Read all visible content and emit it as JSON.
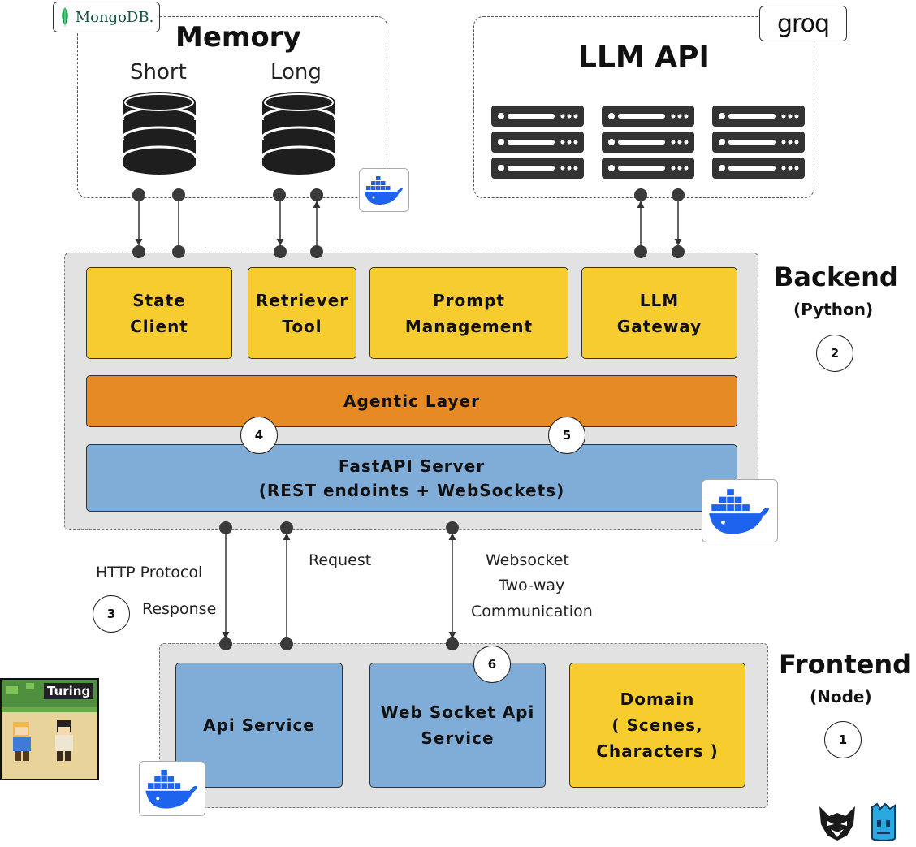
{
  "memory": {
    "title": "Memory",
    "short_label": "Short",
    "long_label": "Long",
    "logo_text": "MongoDB."
  },
  "llm": {
    "title": "LLM API",
    "logo_text": "groq"
  },
  "backend": {
    "title": "Backend",
    "subtitle": "(Python)",
    "step": "2",
    "components": {
      "state_client": "State\nClient",
      "retriever_tool": "Retriever\nTool",
      "prompt_management": "Prompt\nManagement",
      "llm_gateway": "LLM\nGateway"
    },
    "agentic_layer": "Agentic Layer",
    "fastapi_line1": "FastAPI Server",
    "fastapi_line2": "(REST endoints + WebSockets)",
    "step_4": "4",
    "step_5": "5"
  },
  "connections": {
    "http_protocol": "HTTP Protocol",
    "response": "Response",
    "request": "Request",
    "websocket_line1": "Websocket",
    "websocket_line2": "Two-way",
    "websocket_line3": "Communication",
    "step_3": "3"
  },
  "frontend": {
    "title": "Frontend",
    "subtitle": "(Node)",
    "step": "1",
    "api_service": "Api Service",
    "web_socket_service": "Web Socket Api\nService",
    "domain": "Domain\n( Scenes,\nCharacters )",
    "step_6": "6"
  },
  "game_thumbnail": {
    "label": "Turing"
  },
  "colors": {
    "yellow": "#f7cc2f",
    "orange": "#e58a25",
    "blue": "#7fadd8",
    "docker_blue": "#1d63ed",
    "panel_grey": "#e2e2e2",
    "server_dark": "#333333",
    "mongodb_green": "#13aa52"
  }
}
